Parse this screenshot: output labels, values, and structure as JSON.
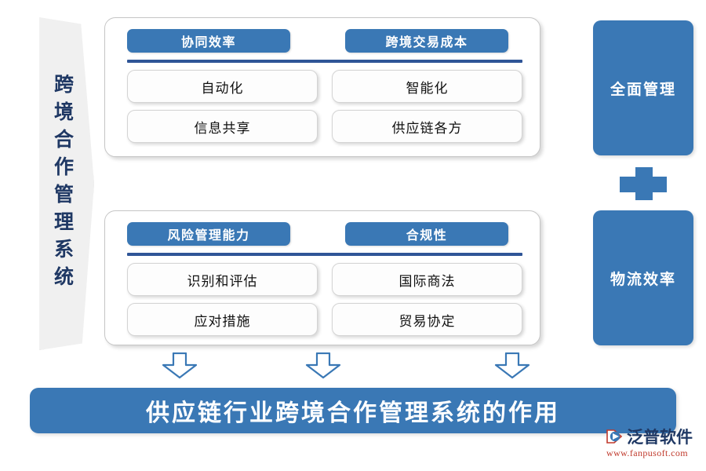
{
  "colors": {
    "accent_blue": "#3A78B5",
    "divider_blue": "#2F5597",
    "navy_text": "#1F3864",
    "panel_bg": "#FFFFFF",
    "banner_gray": "#F0F0F0",
    "logo_url_red": "#C0392B"
  },
  "left_banner": {
    "label": "跨境合作管理系统"
  },
  "panels": [
    {
      "id": "panel-top",
      "headers": [
        {
          "label": "协同效率"
        },
        {
          "label": "跨境交易成本"
        }
      ],
      "columns": [
        {
          "items": [
            {
              "label": "自动化"
            },
            {
              "label": "信息共享"
            }
          ]
        },
        {
          "items": [
            {
              "label": "智能化"
            },
            {
              "label": "供应链各方"
            }
          ]
        }
      ]
    },
    {
      "id": "panel-bottom",
      "headers": [
        {
          "label": "风险管理能力"
        },
        {
          "label": "合规性"
        }
      ],
      "columns": [
        {
          "items": [
            {
              "label": "识别和评估"
            },
            {
              "label": "应对措施"
            }
          ]
        },
        {
          "items": [
            {
              "label": "国际商法"
            },
            {
              "label": "贸易协定"
            }
          ]
        }
      ]
    }
  ],
  "right_column": {
    "boxes": [
      {
        "label": "全面管理"
      },
      {
        "label": "物流效率"
      }
    ],
    "connector_icon": "plus-icon"
  },
  "arrows": {
    "icon": "arrow-down-icon",
    "count": 3
  },
  "bottom_banner": {
    "title": "供应链行业跨境合作管理系统的作用"
  },
  "brand": {
    "name": "泛普软件",
    "url": "www.fanpusoft.com",
    "mark_icon": "fanpu-logo-icon"
  },
  "watermark": {
    "text": "泛普软件",
    "mark_icon": "fanpu-watermark-icon"
  }
}
